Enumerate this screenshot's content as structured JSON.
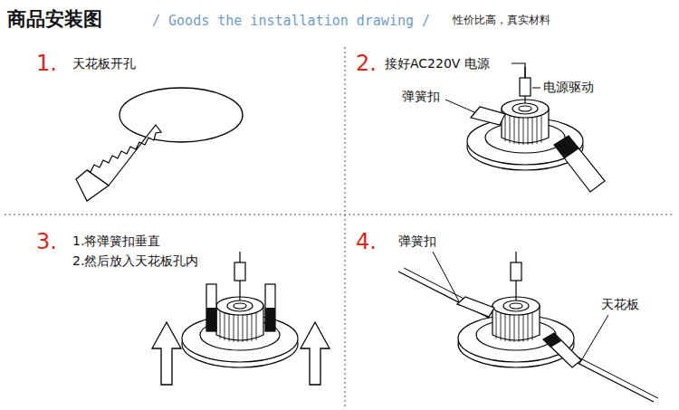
{
  "diagram": {
    "title": "商品安装图",
    "labels": [
      "/ Goods the installation drawing /",
      "性价比高，真实材料",
      "1.",
      "天花板开孔",
      "2.",
      "接好AC220V 电源",
      "弹簧扣",
      "电源驱动",
      "3.",
      "1.将弹簧扣垂直",
      "2.然后放入天花板孔内",
      "4.",
      "弹簧扣",
      "天花板"
    ]
  }
}
